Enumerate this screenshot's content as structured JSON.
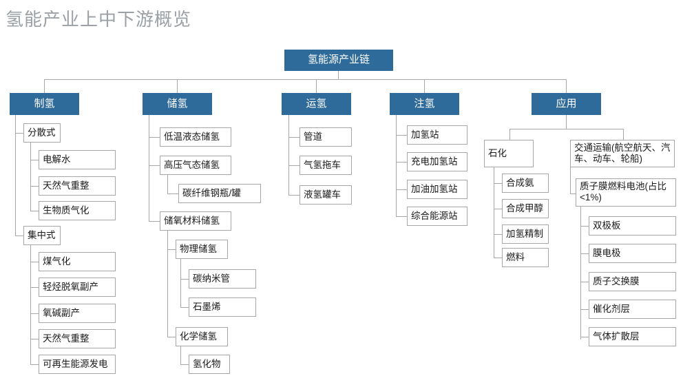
{
  "title": "氢能产业上中下游概览",
  "colors": {
    "node_blue": "#2F6B9A",
    "node_border": "#a6a6a6",
    "title_gray": "#9aa0a6",
    "text": "#1a1a1a",
    "background": "#ffffff"
  },
  "root": {
    "label": "氢能源产业链"
  },
  "branches": [
    {
      "label": "制氢",
      "children": [
        {
          "label": "分散式",
          "children": [
            {
              "label": "电解水"
            },
            {
              "label": "天然气重整"
            },
            {
              "label": "生物质气化"
            }
          ]
        },
        {
          "label": "集中式",
          "children": [
            {
              "label": "煤气化"
            },
            {
              "label": "轻烃脱氧副产"
            },
            {
              "label": "氧碱副产"
            },
            {
              "label": "天然气重整"
            },
            {
              "label": "可再生能源发电"
            }
          ]
        }
      ]
    },
    {
      "label": "储氢",
      "children": [
        {
          "label": "低温液态储氢"
        },
        {
          "label": "高压气态储氢",
          "children": [
            {
              "label": "碳纤维钢瓶/罐"
            }
          ]
        },
        {
          "label": "储氧材料储氢",
          "children": [
            {
              "label": "物理储氢",
              "children": [
                {
                  "label": "碳纳米管"
                },
                {
                  "label": "石墨烯"
                }
              ]
            },
            {
              "label": "化学储氢",
              "children": [
                {
                  "label": "氢化物"
                }
              ]
            }
          ]
        }
      ]
    },
    {
      "label": "运氢",
      "children": [
        {
          "label": "管道"
        },
        {
          "label": "气氢拖车"
        },
        {
          "label": "液氢罐车"
        }
      ]
    },
    {
      "label": "注氢",
      "children": [
        {
          "label": "加氢站"
        },
        {
          "label": "充电加氢站"
        },
        {
          "label": "加油加氢站"
        },
        {
          "label": "综合能源站"
        }
      ]
    },
    {
      "label": "应用",
      "children": [
        {
          "label": "石化",
          "children": [
            {
              "label": "合成氨"
            },
            {
              "label": "合成甲醇"
            },
            {
              "label": "加氢精制"
            },
            {
              "label": "燃料"
            }
          ]
        },
        {
          "label": "交通运输(航空航天、汽车、动车、轮船)",
          "children": [
            {
              "label": "质子膜燃料电池(占比<1%)",
              "children": [
                {
                  "label": "双极板"
                },
                {
                  "label": "膜电极"
                },
                {
                  "label": "质子交换膜"
                },
                {
                  "label": "催化剂层"
                },
                {
                  "label": "气体扩散层"
                }
              ]
            }
          ]
        }
      ]
    }
  ]
}
